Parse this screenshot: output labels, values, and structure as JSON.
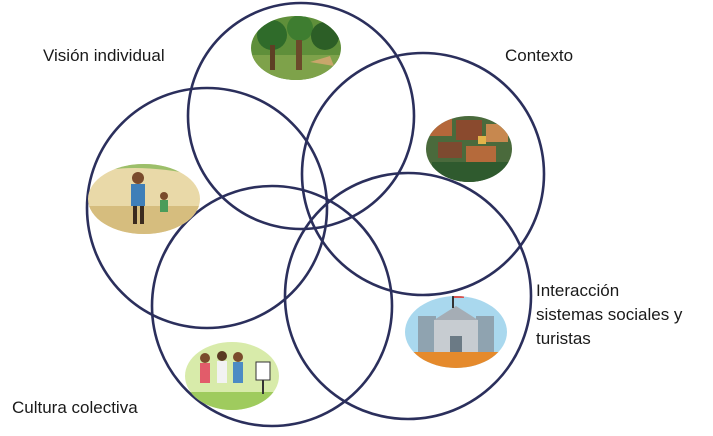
{
  "diagram": {
    "circle_color": "#2b2f5c",
    "labels": {
      "vision": "Visión individual",
      "contexto": "Contexto",
      "interaccion_1": "Interacción",
      "interaccion_2": "sistemas sociales y",
      "interaccion_3": "turistas",
      "cultura": "Cultura colectiva"
    },
    "nodes": [
      {
        "id": "vision-individual",
        "image": "forest-scene"
      },
      {
        "id": "contexto",
        "image": "city-aerial-scene"
      },
      {
        "id": "interaccion",
        "image": "building-scene"
      },
      {
        "id": "cultura-colectiva",
        "image": "people-scene"
      },
      {
        "id": "individual",
        "image": "farmer-scene"
      }
    ]
  }
}
